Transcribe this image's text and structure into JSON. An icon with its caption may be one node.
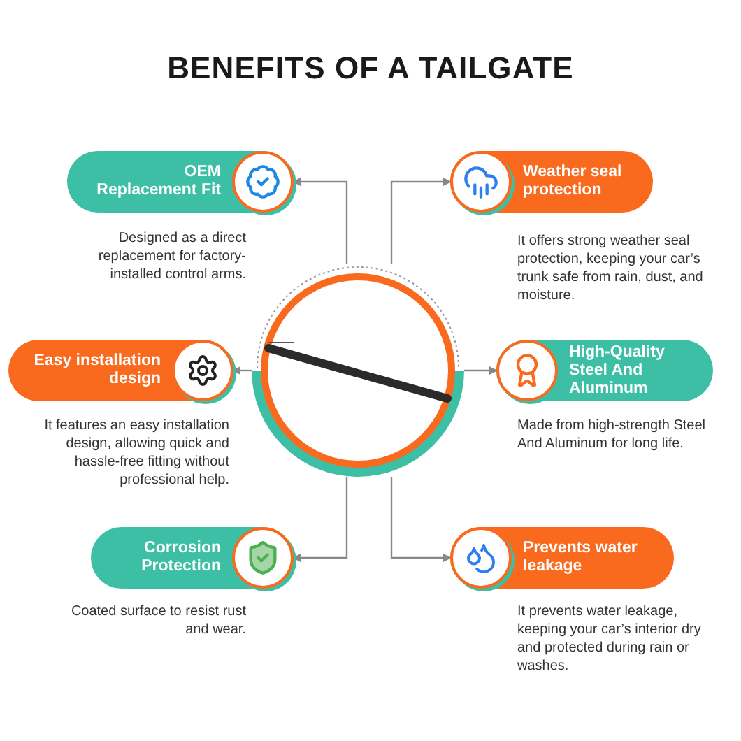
{
  "diagram": {
    "title": "BENEFITS OF A TAILGATE",
    "nodes": [
      {
        "text": [],
        "shape": "picture"
      },
      {
        "text": [
          "OEM Replacement Fit"
        ],
        "beside": [
          "Designed as a direct replacement for factory-installed control arms."
        ]
      },
      {
        "text": [
          "Weather seal protection"
        ],
        "beside": [
          "It offers strong weather seal protection, keeping your car’s trunk safe from rain, dust, and moisture."
        ]
      },
      {
        "text": [
          "Easy installation design"
        ],
        "beside": [
          "It features an easy installation design, allowing quick and hassle-free fitting without professional help."
        ]
      },
      {
        "text": [
          "High-Quality Steel And Aluminum"
        ],
        "beside": [
          "Made from high-strength Steel And Aluminum for long life."
        ]
      },
      {
        "text": [
          "Corrosion Protection"
        ],
        "beside": [
          "Coated surface to resist rust and wear."
        ]
      },
      {
        "text": [
          "Prevents water leakage"
        ],
        "beside": [
          "It prevents water leakage, keeping your car’s interior dry and protected during rain or washes."
        ]
      }
    ],
    "edges": [
      {
        "from": 0,
        "to": 1,
        "arrow": "to"
      },
      {
        "from": 0,
        "to": 2,
        "arrow": "to"
      },
      {
        "from": 0,
        "to": 3,
        "arrow": "to"
      },
      {
        "from": 0,
        "to": 4,
        "arrow": "to"
      },
      {
        "from": 0,
        "to": 5,
        "arrow": "to"
      },
      {
        "from": 0,
        "to": 6,
        "arrow": "to"
      }
    ]
  }
}
